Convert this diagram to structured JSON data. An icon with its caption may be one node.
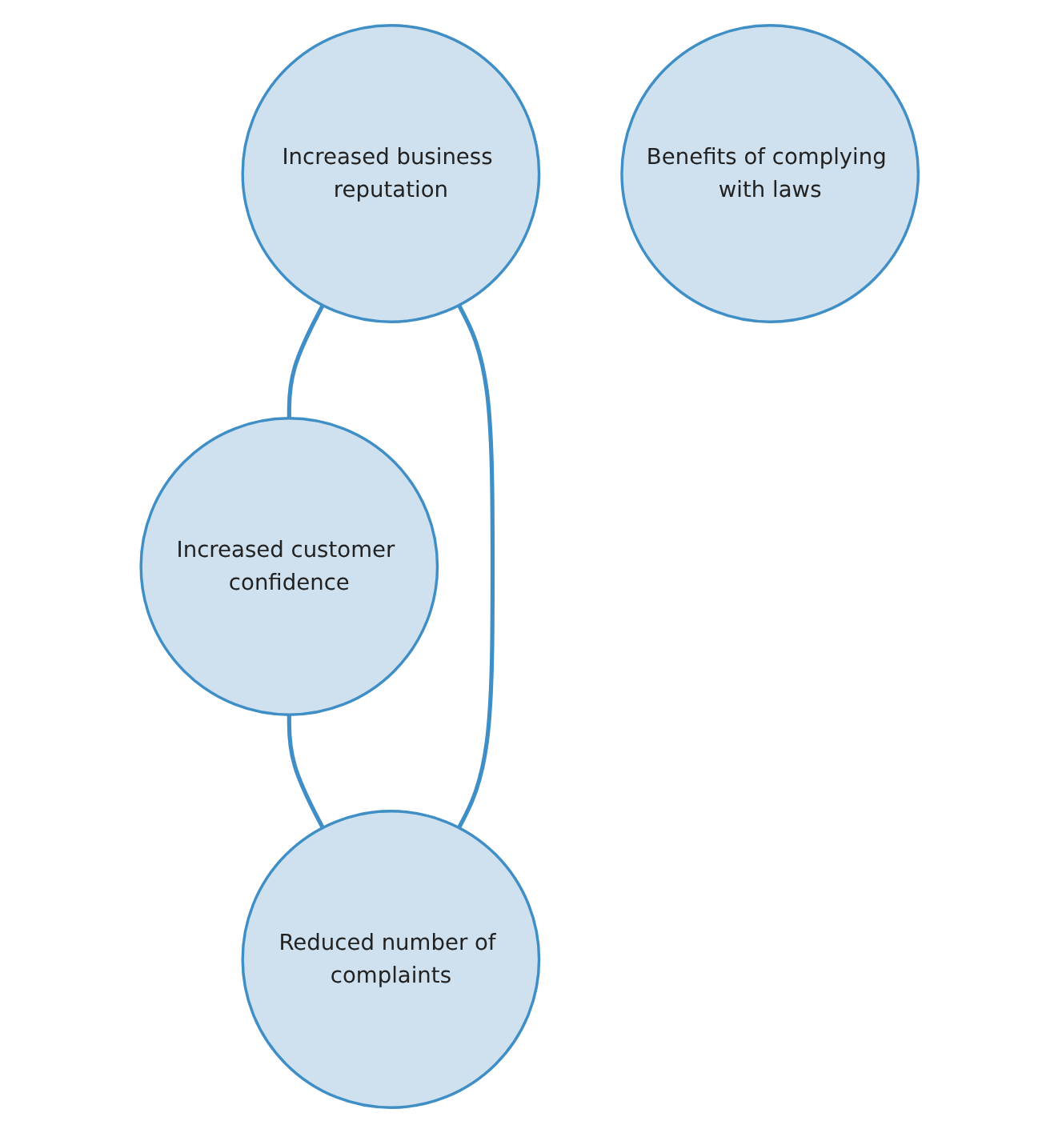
{
  "diagram": {
    "nodes": [
      {
        "text": [
          "Increased business reputation"
        ]
      },
      {
        "text": [
          "Benefits of complying with laws"
        ]
      },
      {
        "text": [
          "Reduced number of complaints"
        ]
      },
      {
        "text": [
          "Increased customer confidence"
        ]
      }
    ],
    "edges": [
      {
        "from": 0,
        "to": 3,
        "arrow": "none"
      },
      {
        "from": 3,
        "to": 2,
        "arrow": "none"
      },
      {
        "from": 2,
        "to": 0,
        "arrow": "none"
      }
    ]
  }
}
